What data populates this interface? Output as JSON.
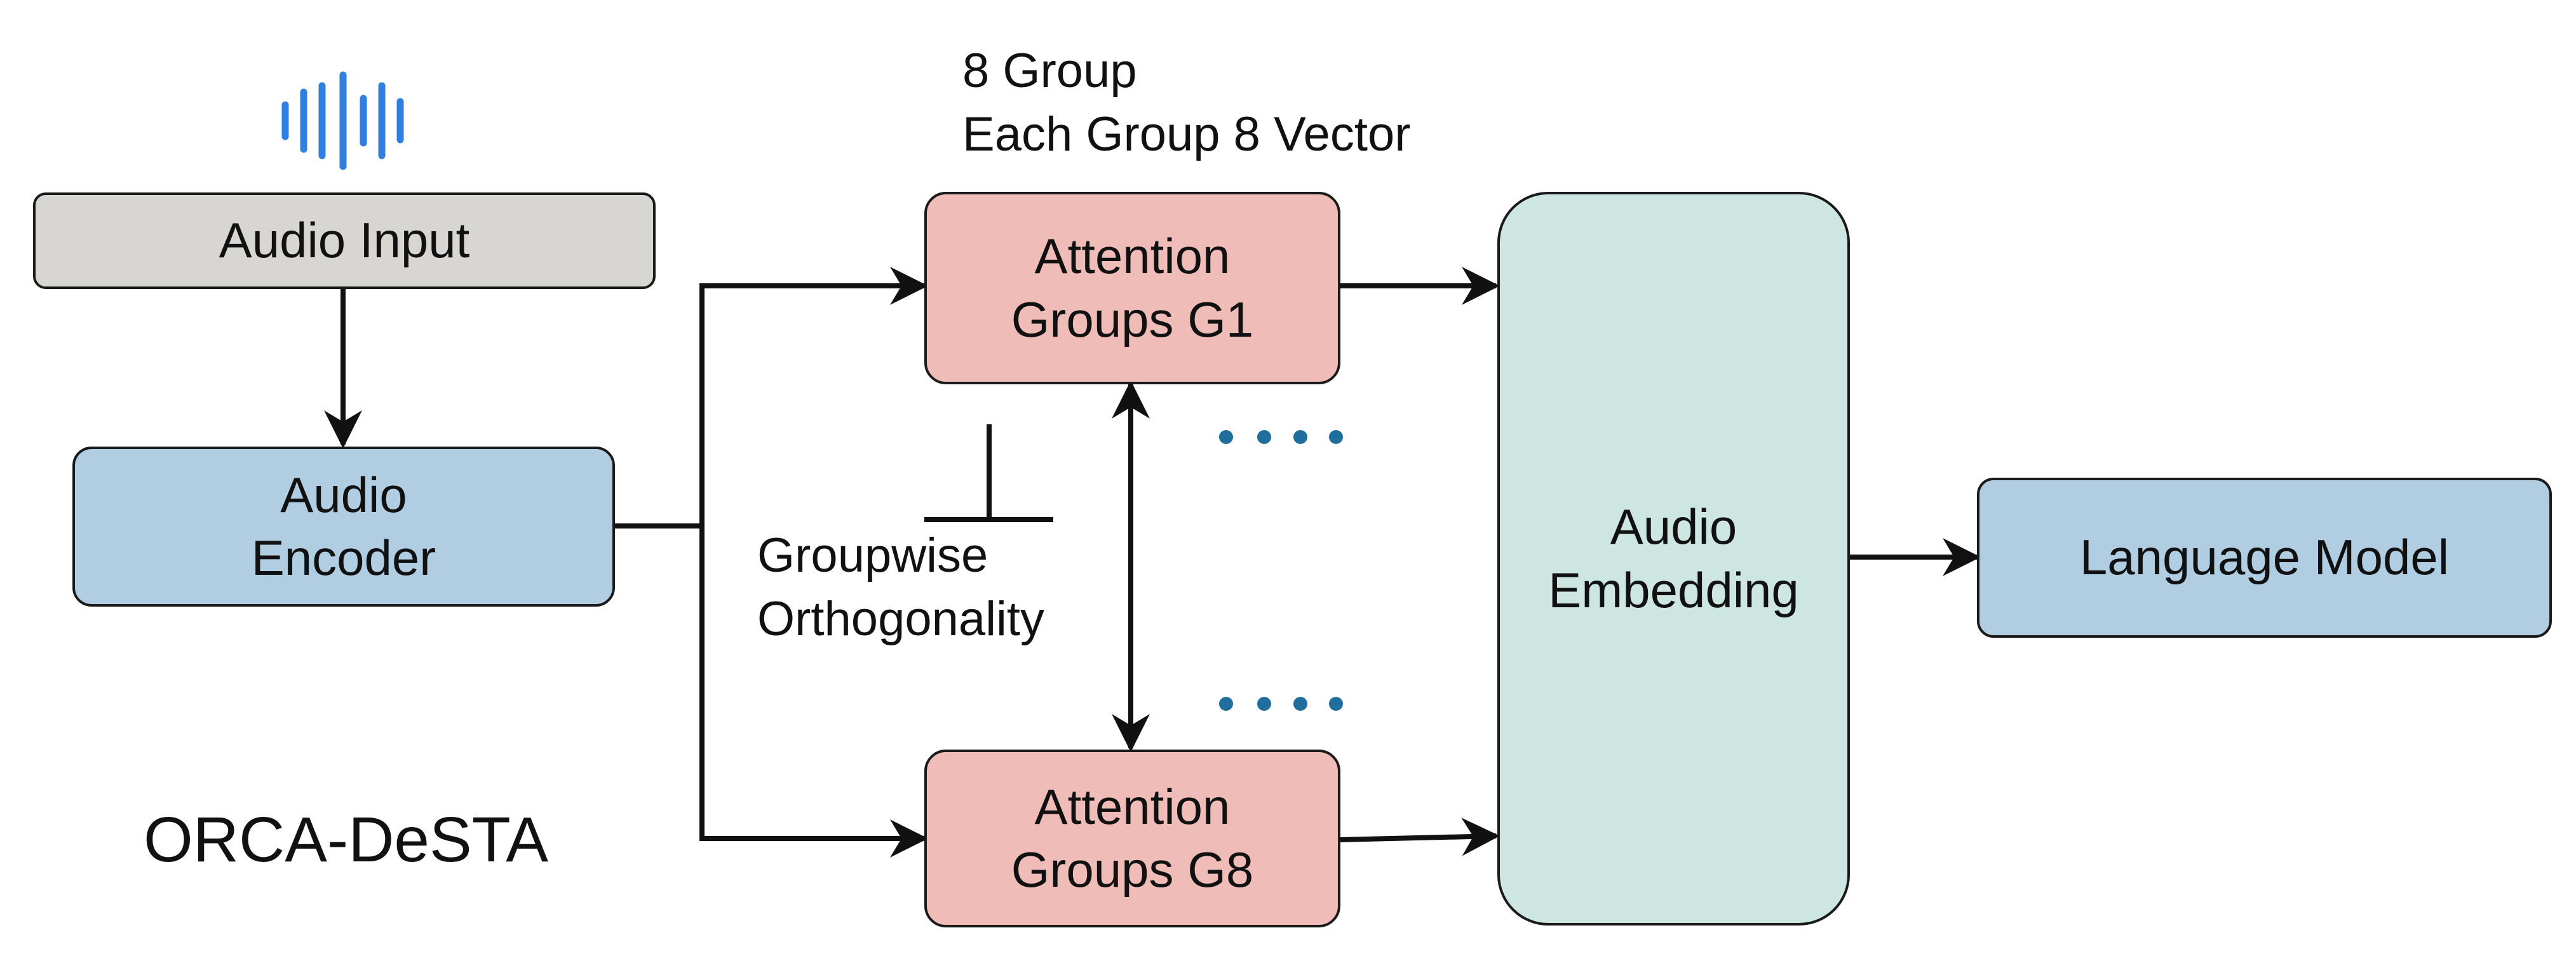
{
  "audio_input": {
    "label": "Audio Input",
    "icon": "audio-waveform-icon",
    "icon_color": "#2f7fe0"
  },
  "audio_encoder": {
    "line1": "Audio",
    "line2": "Encoder"
  },
  "group_note": {
    "line1": "8 Group",
    "line2": "Each Group 8 Vector"
  },
  "attention_g1": {
    "line1": "Attention",
    "line2": "Groups G1"
  },
  "attention_g8": {
    "line1": "Attention",
    "line2": "Groups G8"
  },
  "orthogonality": {
    "line1": "Groupwise",
    "line2": "Orthogonality"
  },
  "audio_embedding": {
    "line1": "Audio",
    "line2": "Embedding"
  },
  "language_model": {
    "label": "Language Model"
  },
  "model_name": "ORCA-DeSTA",
  "colors": {
    "gray": "#d7d6d2",
    "blue": "#b0cde2",
    "red": "#efbcb8",
    "teal": "#cde6e1",
    "dots": "#1f6e9e"
  }
}
